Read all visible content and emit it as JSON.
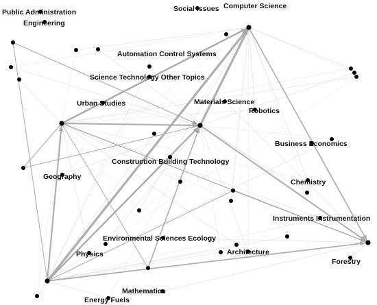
{
  "network": {
    "colors": {
      "node": "#000000",
      "edge_strong": "#a6a6a6",
      "edge_weak": "#d9d9d9",
      "label": "#111111"
    },
    "labels": {
      "public_administration": "Public Administration",
      "engineering": "Engineering",
      "social_issues": "Social Issues",
      "computer_science": "Computer Science",
      "automation_control_systems": "Automation Control Systems",
      "science_technology_other_topics": "Science Technology Other Topics",
      "urban_studies": "Urban Studies",
      "materials_science": "Materials Science",
      "robotics": "Robotics",
      "business_economics": "Business Economics",
      "construction_building_technology": "Construction Building Technology",
      "geography": "Geography",
      "chemistry": "Chemistry",
      "instruments_instrumentation": "Instruments Instrumentation",
      "environmental_sciences_ecology": "Environmental Sciences Ecology",
      "physics": "Physics",
      "architecture": "Architecture",
      "forestry": "Forestry",
      "mathematics": "Mathematics",
      "energy_fuels": "Energy Fuels"
    }
  }
}
